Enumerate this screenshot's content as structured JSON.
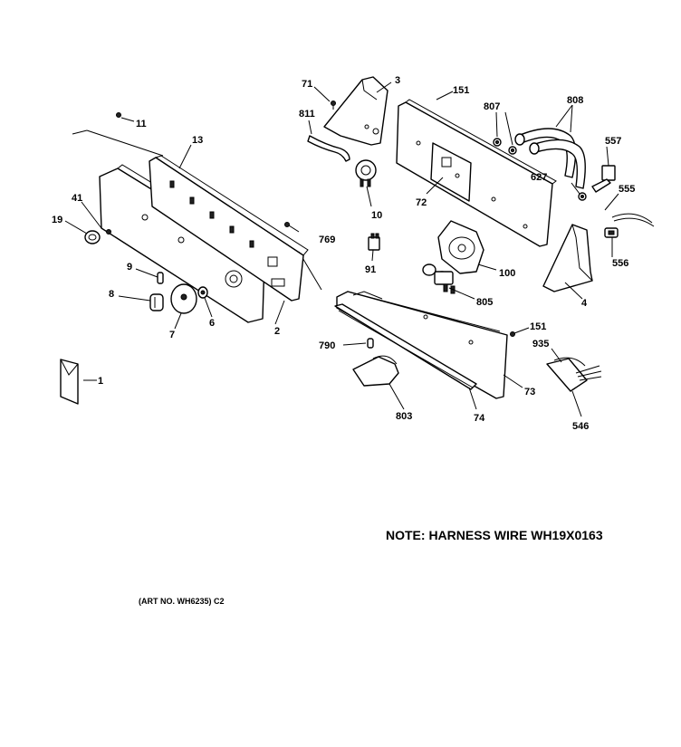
{
  "callouts": {
    "c1": "1",
    "c2": "2",
    "c3": "3",
    "c4": "4",
    "c6": "6",
    "c7": "7",
    "c8": "8",
    "c9": "9",
    "c10": "10",
    "c11": "11",
    "c13": "13",
    "c19": "19",
    "c41": "41",
    "c71": "71",
    "c72": "72",
    "c73": "73",
    "c74": "74",
    "c91": "91",
    "c100": "100",
    "c151a": "151",
    "c151b": "151",
    "c546": "546",
    "c555": "555",
    "c556": "556",
    "c557": "557",
    "c627": "627",
    "c769": "769",
    "c790": "790",
    "c803": "803",
    "c805": "805",
    "c807": "807",
    "c808": "808",
    "c811": "811",
    "c935": "935"
  },
  "note": "NOTE: HARNESS WIRE WH19X0163",
  "art_number": "(ART NO. WH6235) C2"
}
